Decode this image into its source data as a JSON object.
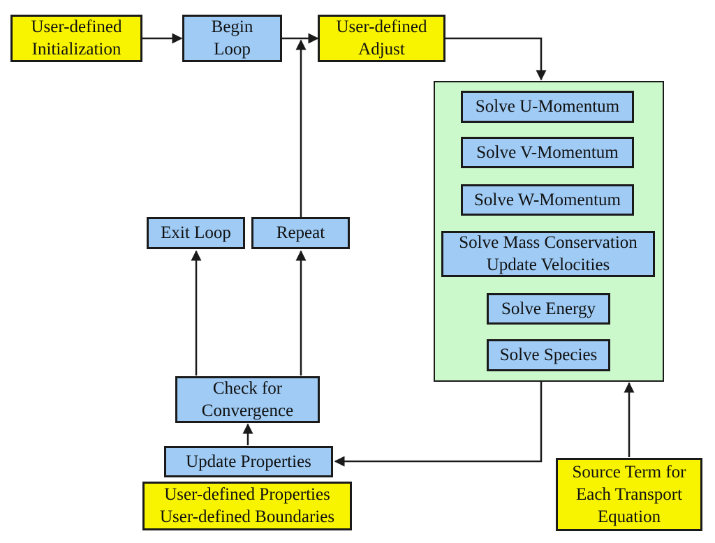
{
  "boxes": {
    "init": [
      "User-defined",
      "Initialization"
    ],
    "begin": [
      "Begin",
      "Loop"
    ],
    "adjust": [
      "User-defined",
      "Adjust"
    ],
    "solve_u": "Solve U-Momentum",
    "solve_v": "Solve V-Momentum",
    "solve_w": "Solve W-Momentum",
    "solve_mass": [
      "Solve Mass Conservation",
      "Update Velocities"
    ],
    "solve_energy": "Solve Energy",
    "solve_species": "Solve Species",
    "exit": "Exit Loop",
    "repeat": "Repeat",
    "check": [
      "Check for",
      "Convergence"
    ],
    "update": "Update Properties",
    "user_props": [
      "User-defined Properties",
      "User-defined Boundaries"
    ],
    "source": [
      "Source Term for",
      "Each Transport",
      "Equation"
    ]
  },
  "colors": {
    "process": "#9fcbf5",
    "user_defined": "#f8f400",
    "solver_group": "#ccf9cc"
  }
}
